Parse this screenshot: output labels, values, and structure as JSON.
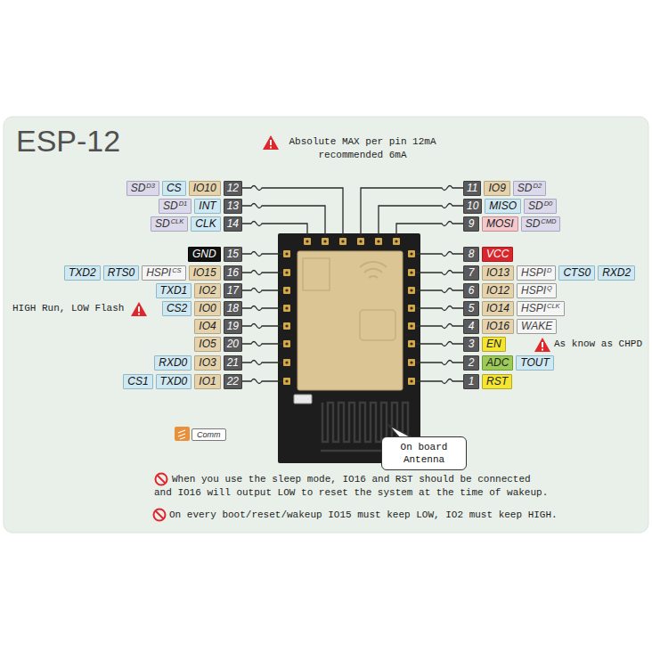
{
  "diagram": {
    "title": "ESP-12",
    "nodes": [
      {
        "text": [
          "Comm"
        ]
      },
      {
        "text": [
          "On board Antenna"
        ]
      }
    ],
    "labels": [
      "Absolute MAX per pin 12mA recommended 6mA",
      "SD",
      "D3",
      "CS",
      "IO10",
      "12",
      "SD",
      "D1",
      "INT",
      "13",
      "SD",
      "CLK",
      "CLK",
      "14",
      "11",
      "IO9",
      "SD",
      "D2",
      "10",
      "MISO",
      "SD",
      "D0",
      "9",
      "MOSI",
      "SD",
      "CMD",
      "GND",
      "15",
      "8",
      "VCC",
      "TXD2",
      "RTS0",
      "HSPI",
      "CS",
      "IO15",
      "16",
      "7",
      "IO13",
      "HSPI",
      "D",
      "CTS0",
      "RXD2",
      "TXD1",
      "IO2",
      "17",
      "6",
      "IO12",
      "HSPI",
      "Q",
      "HIGH Run, LOW Flash",
      "CS2",
      "IO0",
      "18",
      "5",
      "IO14",
      "HSPI",
      "CLK",
      "IO4",
      "19",
      "4",
      "IO16",
      "WAKE",
      "IO5",
      "20",
      "3",
      "EN",
      "As know as CHPD",
      "RXD0",
      "IO3",
      "21",
      "2",
      "ADC",
      "TOUT",
      "CS1",
      "TXD0",
      "IO1",
      "22",
      "1",
      "RST",
      "When you use the sleep mode, IO16 and RST should be connected and IO16 will output LOW to reset the system at the time of wakeup.",
      "On every boot/reset/wakeup IO15 must keep LOW, IO2 must keep HIGH."
    ]
  }
}
